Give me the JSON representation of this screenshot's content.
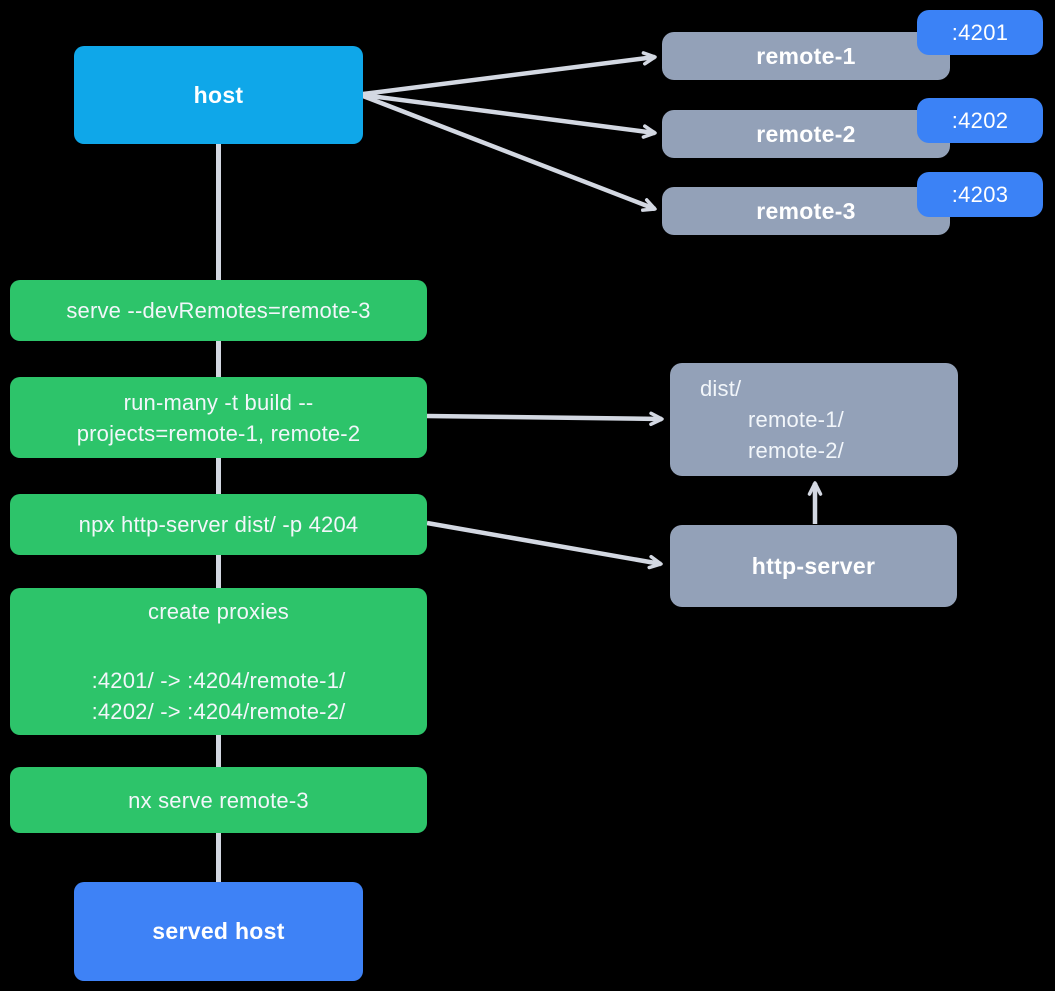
{
  "palette": {
    "bg": "#000000",
    "host_blue": "#0FA7E9",
    "served_blue": "#3E82F6",
    "port_blue": "#3B82F6",
    "action_green": "#2DC46A",
    "node_gray": "#93A1B8",
    "connector": "#D3D8E2",
    "text_white": "#FFFFFF",
    "text_soft": "#F2F6FA"
  },
  "host": {
    "label": "host"
  },
  "remotes": [
    {
      "label": "remote-1",
      "port": ":4201"
    },
    {
      "label": "remote-2",
      "port": ":4202"
    },
    {
      "label": "remote-3",
      "port": ":4203"
    }
  ],
  "steps": [
    {
      "label": "serve --devRemotes=remote-3"
    },
    {
      "line1": "run-many -t build --",
      "line2": "projects=remote-1, remote-2"
    },
    {
      "label": "npx http-server dist/ -p 4204"
    },
    {
      "title": "create proxies",
      "map1": ":4201/ -> :4204/remote-1/",
      "map2": ":4202/ -> :4204/remote-2/"
    },
    {
      "label": "nx serve remote-3"
    }
  ],
  "dist": {
    "line1": "dist/",
    "line2": "remote-1/",
    "line3": "remote-2/"
  },
  "http_server": {
    "label": "http-server"
  },
  "served_host": {
    "label": "served host"
  }
}
